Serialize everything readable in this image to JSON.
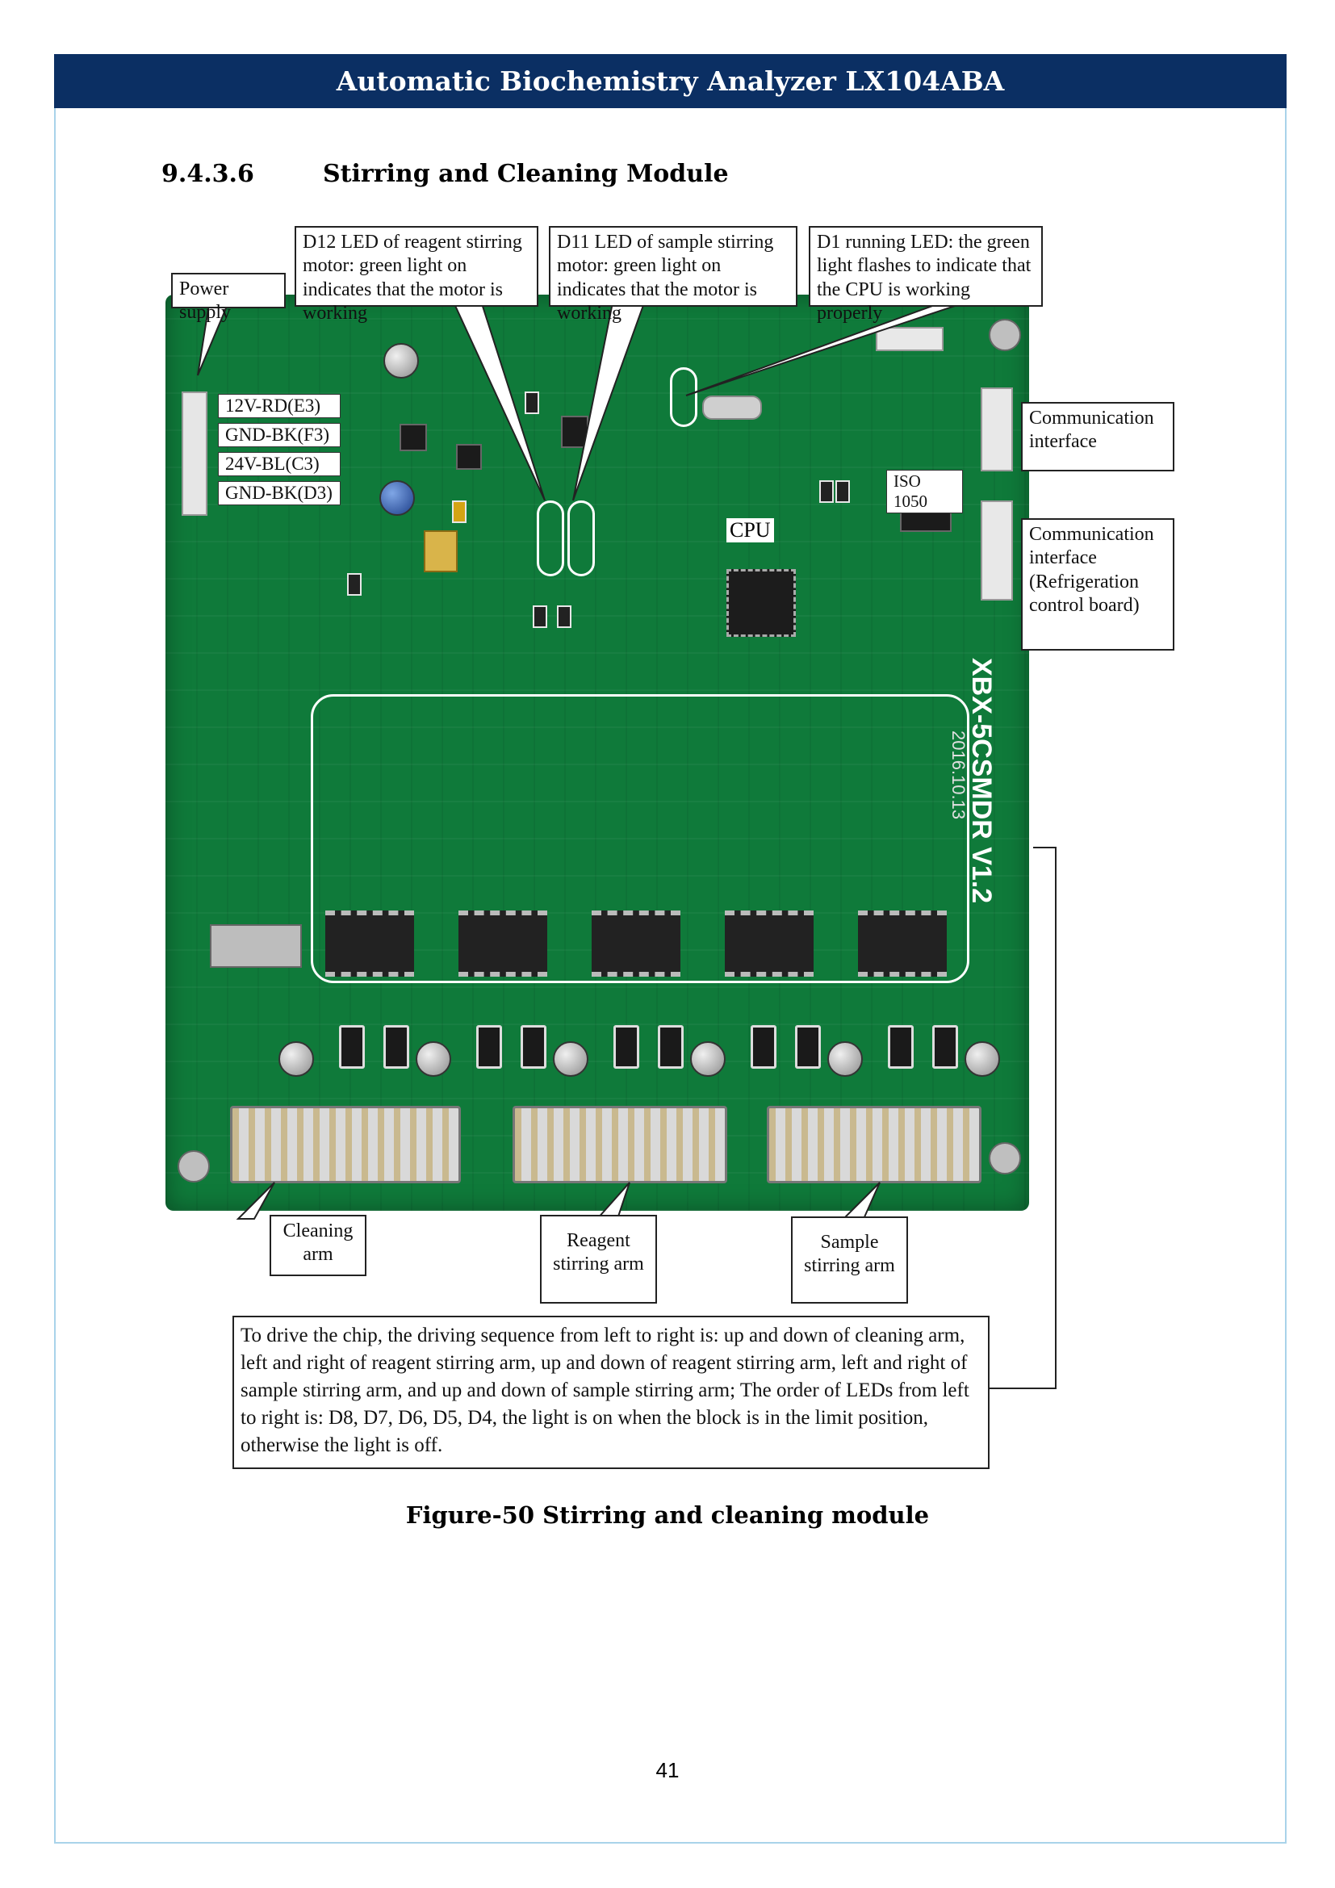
{
  "header": {
    "title": "Automatic Biochemistry Analyzer LX104ABA"
  },
  "section": {
    "number": "9.4.3.6",
    "title": "Stirring and Cleaning Module"
  },
  "figure": {
    "callouts": {
      "power_supply": "Power supply",
      "d12": "D12 LED of reagent stirring motor: green light on indicates that the motor is working",
      "d11": "D11 LED of sample stirring motor: green light on indicates that the motor is working",
      "d1": "D1 running LED: the green light flashes to indicate that the CPU is working properly",
      "comm1": "Communication interface",
      "comm2": "Communication interface (Refrigeration control board)",
      "cleaning_arm": "Cleaning arm",
      "reagent_arm": "Reagent stirring arm",
      "sample_arm": "Sample stirring arm"
    },
    "pins": [
      "12V-RD(E3)",
      "GND-BK(F3)",
      "24V-BL(C3)",
      "GND-BK(D3)"
    ],
    "board_labels": {
      "cpu": "CPU",
      "iso": "ISO 1050",
      "model": "XBX-5CSMDR V1.2",
      "date": "2016.10.13"
    },
    "info_text": "To drive the chip, the driving sequence from left to right is: up and down of cleaning arm, left and right of reagent stirring arm, up and down of reagent stirring arm, left and right of sample stirring arm, and up and down of sample stirring arm; The order of LEDs from left to right is: D8, D7, D6, D5, D4, the light is on when the block is in the limit position, otherwise the light is off.",
    "caption": "Figure-50 Stirring and cleaning module"
  },
  "page_number": "41",
  "colors": {
    "header_bg": "#0b2f63",
    "frame": "#a9d3ea",
    "pcb": "#0f7a3a"
  }
}
